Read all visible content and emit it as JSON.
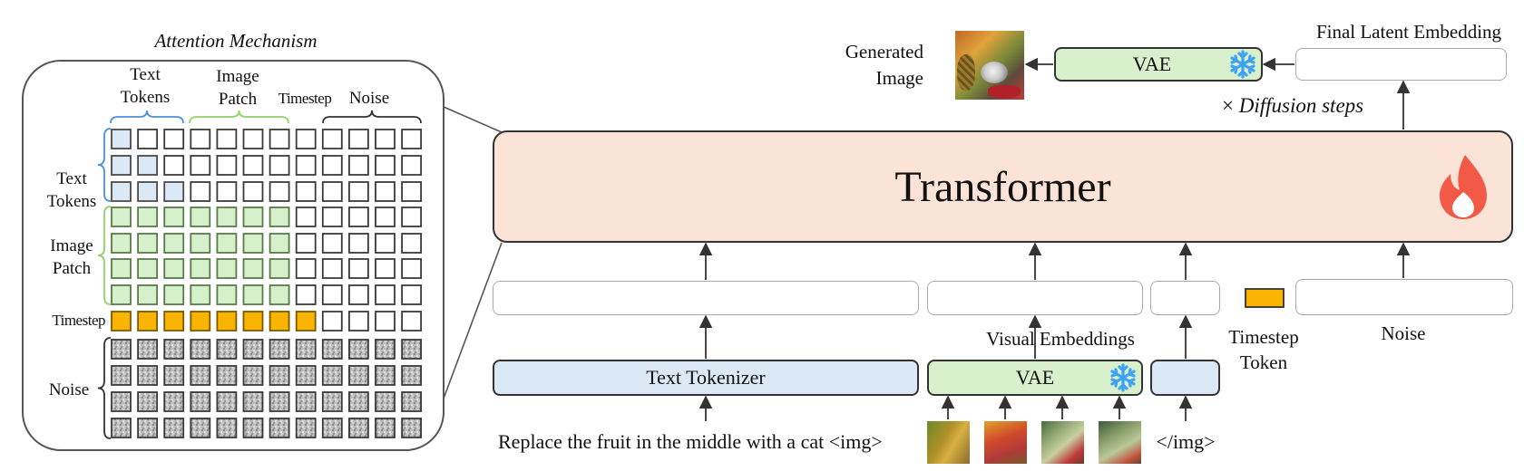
{
  "attention": {
    "title": "Attention Mechanism",
    "col_headers": {
      "text_tokens": "Text\nTokens",
      "image_patch": "Image\nPatch",
      "timestep": "Timestep",
      "noise": "Noise"
    },
    "row_labels": {
      "text_tokens": "Text\nTokens",
      "image_patch": "Image\nPatch",
      "timestep": "Timestep",
      "noise": "Noise"
    },
    "colors": {
      "text": "#dbe8f6",
      "image": "#d6f0cc",
      "timestep": "#f8b400",
      "noise": "#bdbdbd",
      "empty": "#ffffff",
      "text_brace": "#4a90d9",
      "image_brace": "#8fd16a",
      "other_brace": "#333333"
    }
  },
  "transformer": {
    "label": "Transformer",
    "fill": "#fce3d8",
    "flame_icon": "flame-icon",
    "flame_color": "#f25a47"
  },
  "top": {
    "generated_image_label": "Generated\nImage",
    "vae_label": "VAE",
    "final_latent_label": "Final Latent Embedding",
    "diffusion_steps_prefix": "×",
    "diffusion_steps_label": "Diffusion steps"
  },
  "inputs": {
    "text_tokenizer_label": "Text Tokenizer",
    "vae_label": "VAE",
    "visual_embeddings_label": "Visual Embeddings",
    "timestep_token_label": "Timestep\nToken",
    "noise_label": "Noise",
    "prompt_text": "Replace the fruit in the middle with a cat <img>",
    "end_img_text": "</img>",
    "snowflake_icon": "snowflake-icon",
    "snowflake_color": "#3ea3f2"
  },
  "palette": {
    "text_embed": "#d9d9d9",
    "visual_embed": "#d6f0cc",
    "tokenizer_fill": "#dbe8f6",
    "vae_fill": "#d8f1cc",
    "timestep_fill": "#f8b400"
  }
}
